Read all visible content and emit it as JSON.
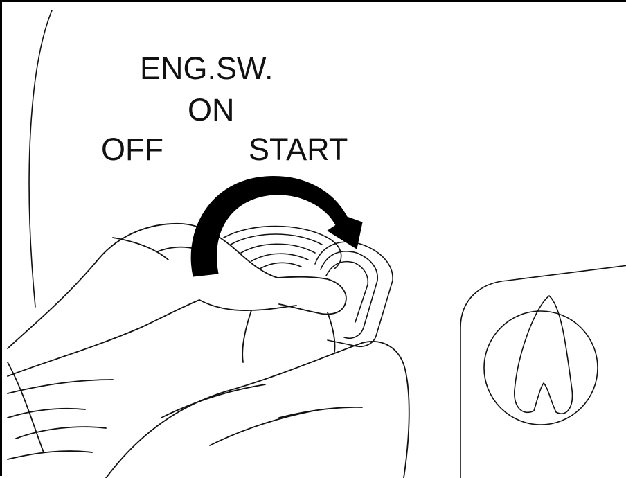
{
  "labels": {
    "title": "ENG.SW.",
    "on": "ON",
    "off": "OFF",
    "start": "START"
  },
  "colors": {
    "ink": "#111111",
    "arrow": "#000000",
    "background": "#ffffff"
  },
  "icons": {
    "rotation": "clockwise-arrow-icon",
    "knob": "rotary-knob-icon"
  }
}
